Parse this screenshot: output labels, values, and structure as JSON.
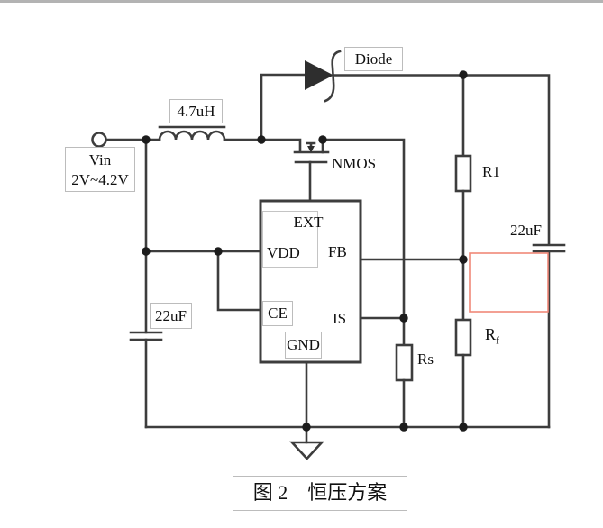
{
  "figure": {
    "caption": "图 2　恒压方案",
    "type": "circuit-schematic"
  },
  "components": {
    "vin": {
      "name": "Vin",
      "range": "2V~4.2V"
    },
    "inductor": {
      "value": "4.7uH"
    },
    "diode": {
      "label": "Diode"
    },
    "nmos": {
      "label": "NMOS"
    },
    "r1": {
      "label": "R1"
    },
    "rs": {
      "label": "Rs"
    },
    "rf": {
      "base": "R",
      "sub": "f"
    },
    "cap_input": {
      "value": "22uF"
    },
    "cap_output": {
      "value": "22uF"
    }
  },
  "ic_pins": {
    "ext": "EXT",
    "vdd": "VDD",
    "fb": "FB",
    "ce": "CE",
    "is": "IS",
    "gnd": "GND"
  },
  "colors": {
    "wire": "#3d3d3d",
    "junction_dot": "#1c1c1c",
    "diode_fill": "#2e2e2e",
    "highlight_rect": "#f08878",
    "label_box_border": "#bcbcbc",
    "page_edge": "#b3b3b3"
  }
}
